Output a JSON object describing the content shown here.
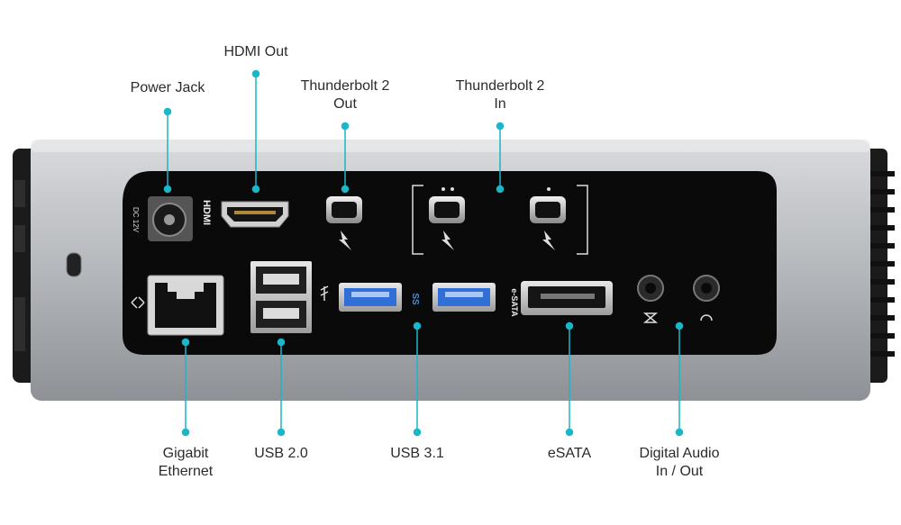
{
  "labels": {
    "power_jack": "Power Jack",
    "hdmi_out": "HDMI Out",
    "tb2_out": [
      "Thunderbolt 2",
      "Out"
    ],
    "tb2_in": [
      "Thunderbolt 2",
      "In"
    ],
    "gigabit_ethernet": [
      "Gigabit",
      "Ethernet"
    ],
    "usb20": "USB 2.0",
    "usb31": "USB 3.1",
    "esata": "eSATA",
    "digital_audio": [
      "Digital Audio",
      "In / Out"
    ]
  },
  "device_markings": {
    "hdmi": "HDMI",
    "dc": "DC 12V",
    "esata": "e-SATA",
    "ss": "SS"
  },
  "colors": {
    "leader": "#1ab7c9",
    "panel": "#0a0a0a",
    "chassis": "#b9bcc0",
    "usb3_blue": "#2f6fd6"
  }
}
